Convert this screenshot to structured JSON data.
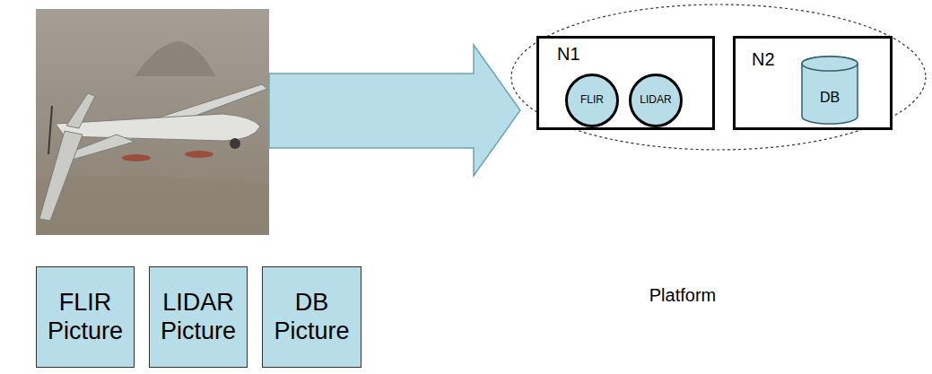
{
  "diagram": {
    "nodes": [
      {
        "text": [
          "Platform"
        ]
      },
      {
        "text": [
          "N1"
        ],
        "in": 0
      },
      {
        "text": [
          "FLIR"
        ],
        "in": 1
      },
      {
        "text": [
          "LIDAR"
        ],
        "in": 1
      },
      {
        "text": [
          "N2"
        ],
        "in": 0
      },
      {
        "text": [
          "DB"
        ],
        "in": 4
      },
      {
        "text": [
          "FLIR Picture"
        ]
      },
      {
        "text": [
          "LIDAR Picture"
        ]
      },
      {
        "text": [
          "DB Picture"
        ]
      }
    ]
  }
}
